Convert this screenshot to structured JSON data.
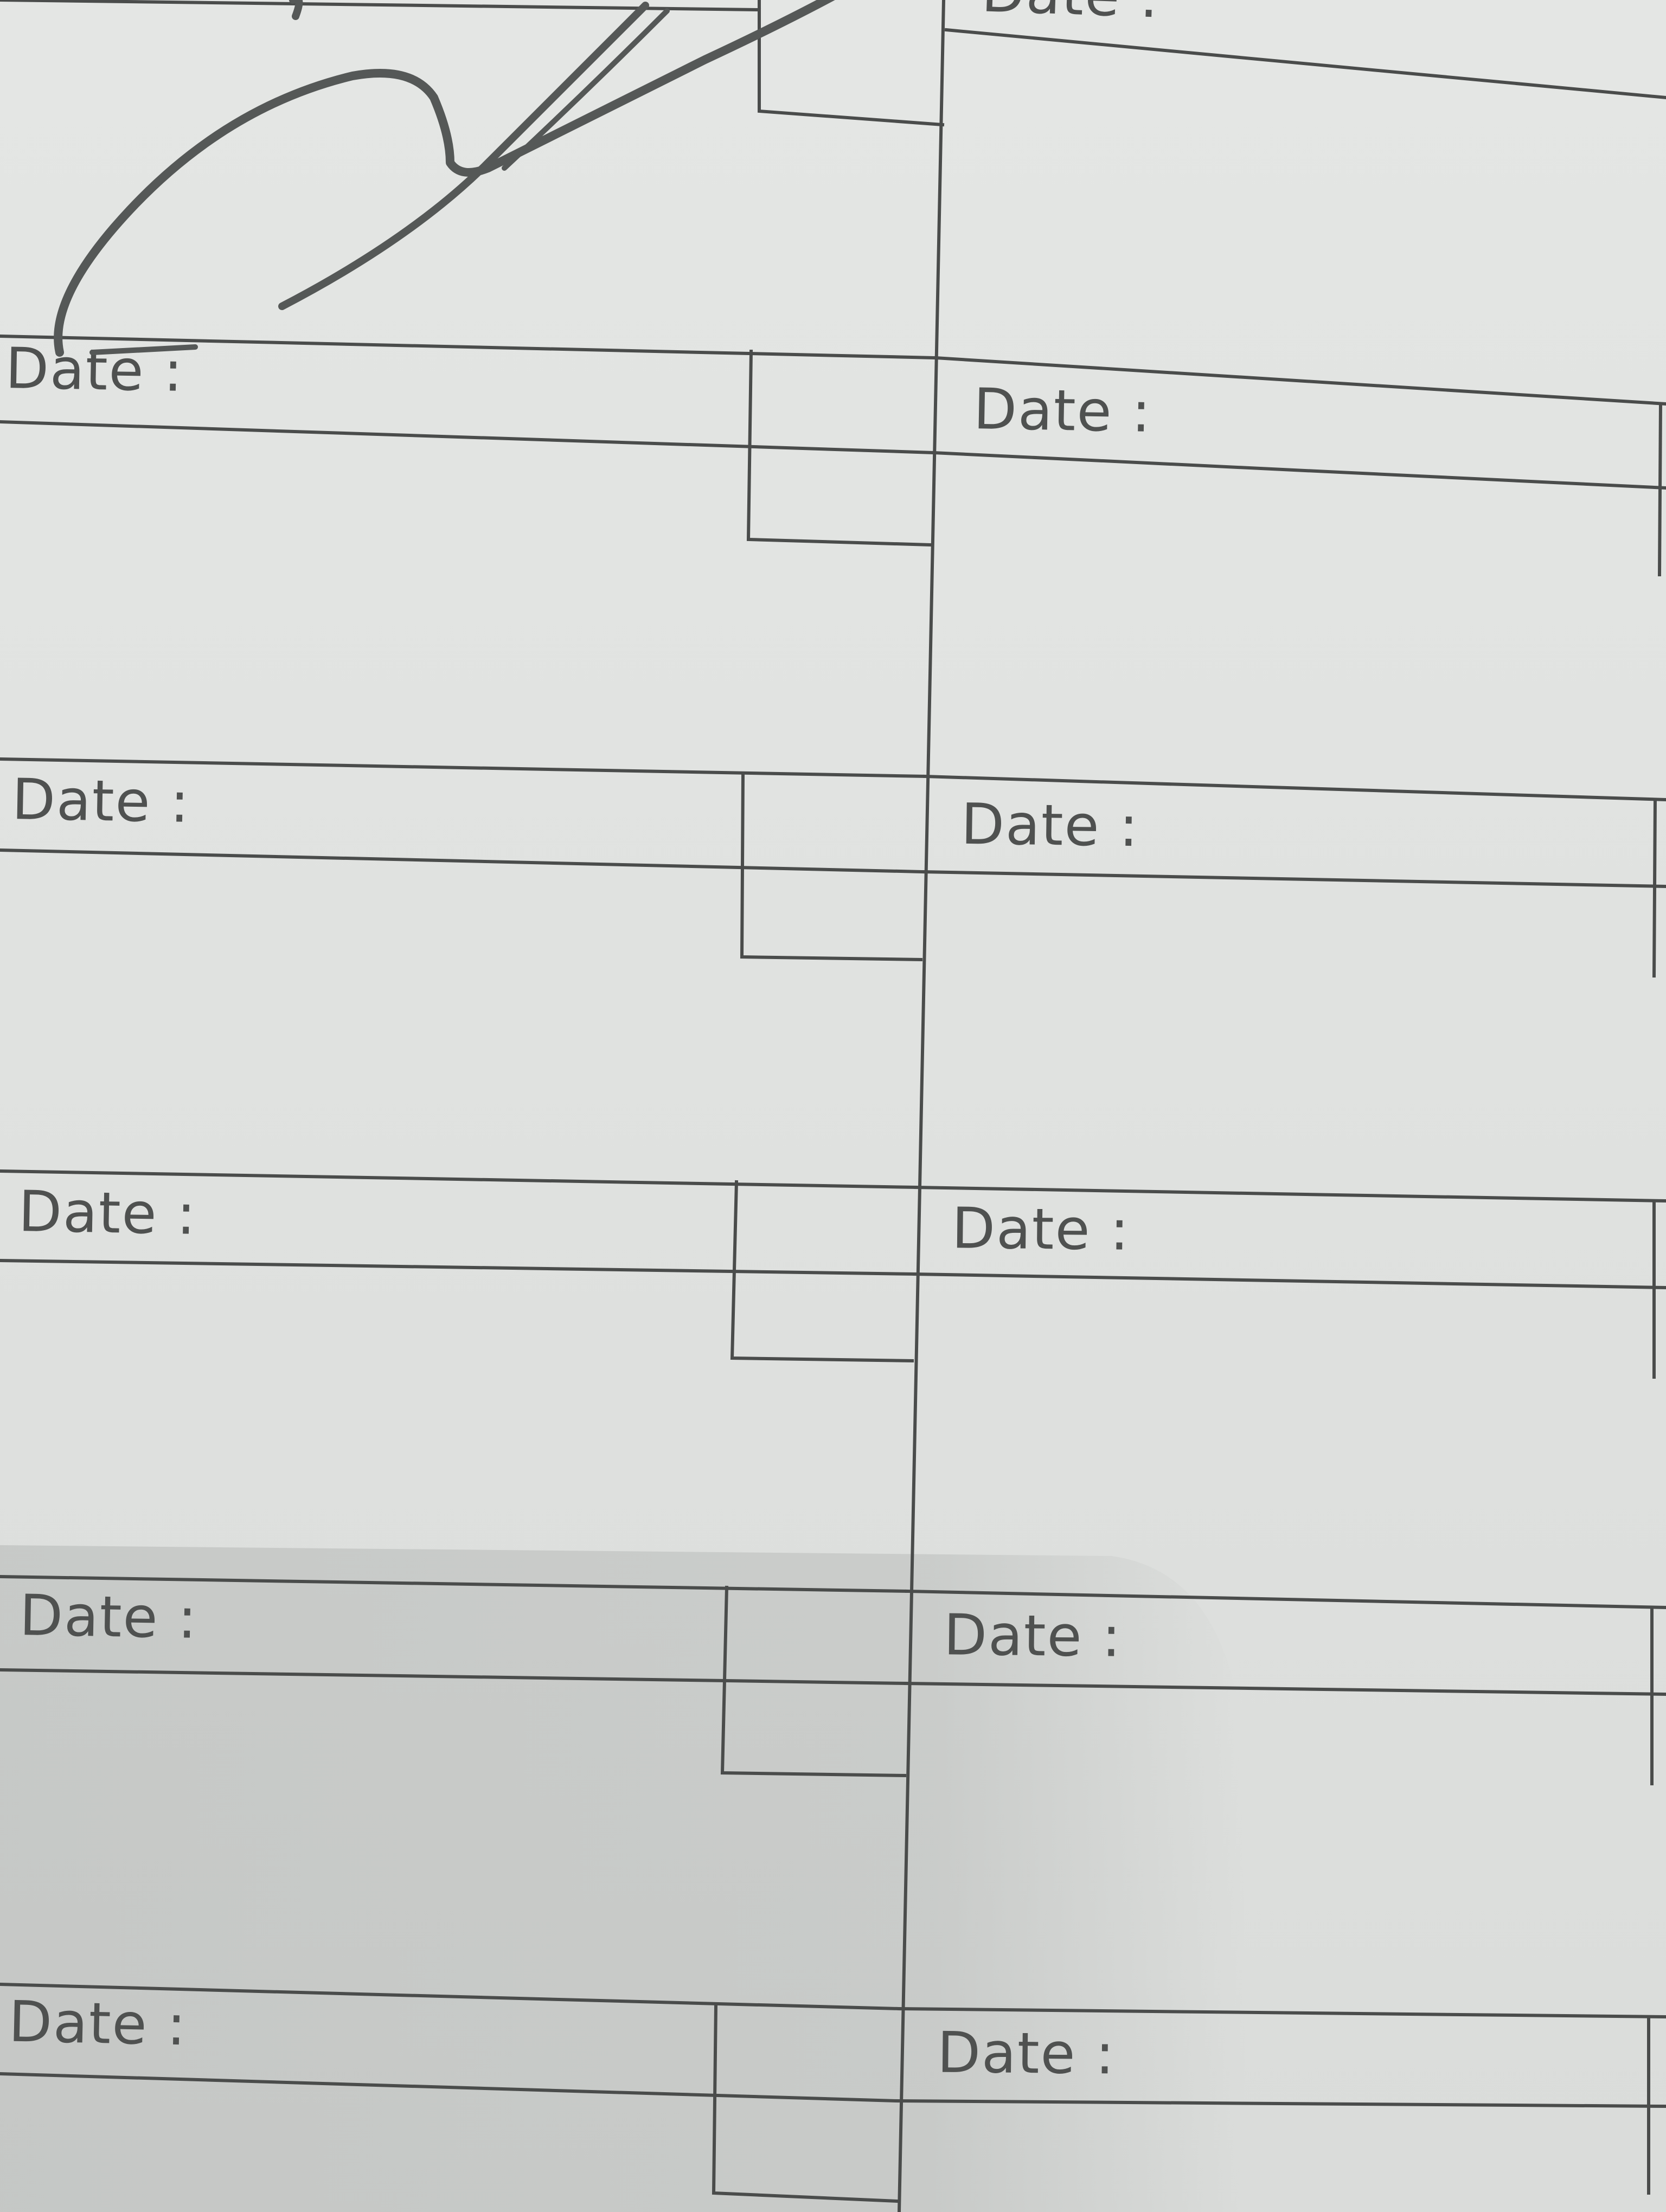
{
  "form": {
    "date_label": "Date :",
    "top_partial_label": "Date :"
  },
  "left_column": [
    {
      "label": "Date :"
    },
    {
      "label": "Date :"
    },
    {
      "label": "Date :"
    },
    {
      "label": "Date :"
    },
    {
      "label": "Date :"
    }
  ],
  "right_column": [
    {
      "label": "Date :"
    },
    {
      "label": "Date :"
    },
    {
      "label": "Date :"
    },
    {
      "label": "Date :"
    },
    {
      "label": "Date :"
    }
  ],
  "colors": {
    "paper": "#e0e2e0",
    "ink": "#4a4c4b",
    "text": "#4f5150"
  }
}
